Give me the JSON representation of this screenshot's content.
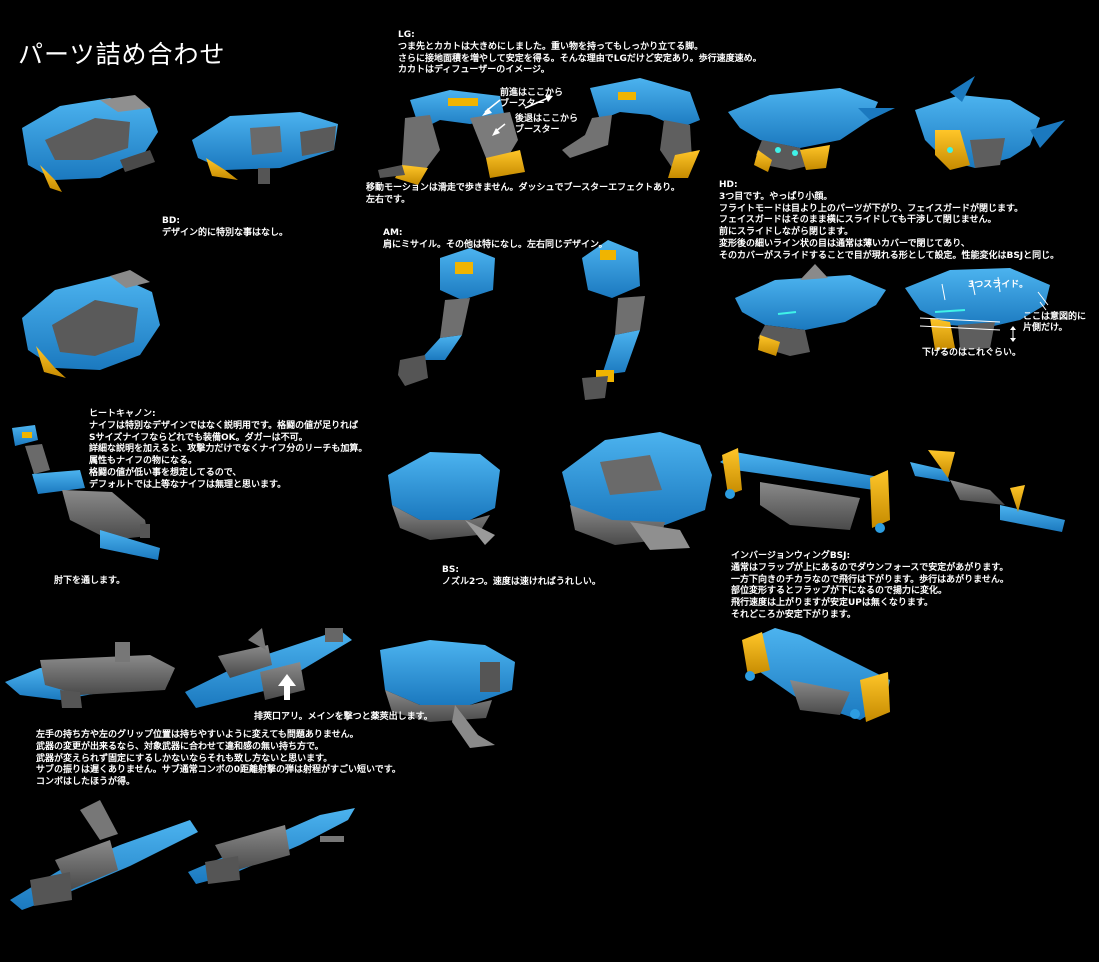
{
  "page": {
    "title": "パーツ詰め合わせ"
  },
  "notes": {
    "lg": "LG:\nつま先とカカトは大きめにしました。重い物を持ってもしっかり立てる脚。\nさらに接地面積を増やして安定を得る。そんな理由でLGだけど安定あり。歩行速度速め。\nカカトはディフューザーのイメージ。",
    "lg_front_booster": "前進はここから\nブースター",
    "lg_back_booster": "後退はここから\nブースター",
    "lg_motion": "移動モーションは滑走で歩きません。ダッシュでブースターエフェクトあり。\n左右です。",
    "bd": "BD:\nデザイン的に特別な事はなし。",
    "am": "AM:\n肩にミサイル。その他は特になし。左右同じデザイン。",
    "hd": "HD:\n3つ目です。やっぱり小顔。\nフライトモードは目より上のパーツが下がり、フェイスガードが閉じます。\nフェイスガードはそのまま横にスライドしても干渉して閉じません。\n前にスライドしながら閉じます。\n変形後の細いライン状の目は通常は薄いカバーで閉じてあり、\nそのカバーがスライドすることで目が現れる形として設定。性能変化はBSJと同じ。",
    "hd_slide": "3つスライド。",
    "hd_intentional": "ここは意図的に\n片側だけ。",
    "hd_lower": "下げるのはこれぐらい。",
    "heat_cannon": "ヒートキャノン:\nナイフは特別なデザインではなく説明用です。格闘の値が足りれば\nSサイズナイフならどれでも装備OK。ダガーは不可。\n詳細な説明を加えると、攻撃力だけでなくナイフ分のリーチも加算。\n属性もナイフの物になる。\n格闘の値が低い事を想定してるので、\nデフォルトでは上等なナイフは無理と思います。",
    "elbow": "肘下を通します。",
    "bs": "BS:\nノズル2つ。速度は速ければうれしい。",
    "bsj": "インバージョンウィングBSJ:\n通常はフラップが上にあるのでダウンフォースで安定があがります。\n一方下向きのチカラなので飛行は下がります。歩行はあがりません。\n部位変形するとフラップが下になるので揚力に変化。\n飛行速度は上がりますが安定UPは無くなります。\nそれどころか安定下がります。",
    "ejector": "排莢口アリ。メインを撃つと薬莢出します。",
    "grip": "左手の持ち方や左のグリップ位置は持ちやすいように変えても問題ありません。\n武器の変更が出来るなら、対象武器に合わせて違和感の無い持ち方で。\n武器が変えられず固定にするしかないならそれも致し方ないと思います。\nサブの振りは遅くありません。サブ通常コンボの0距離射撃の弾は射程がすごい短いです。\nコンボはしたほうが得。"
  },
  "colors": {
    "background": "#000000",
    "primary_blue": "#2d9de0",
    "blue_shadow": "#1a6fae",
    "accent_yellow": "#f0b400",
    "yellow_shadow": "#c48a00",
    "armor_gray": "#777777",
    "dark_gray": "#4b4b4b",
    "light_gray": "#a0a0a0",
    "text": "#ffffff"
  }
}
